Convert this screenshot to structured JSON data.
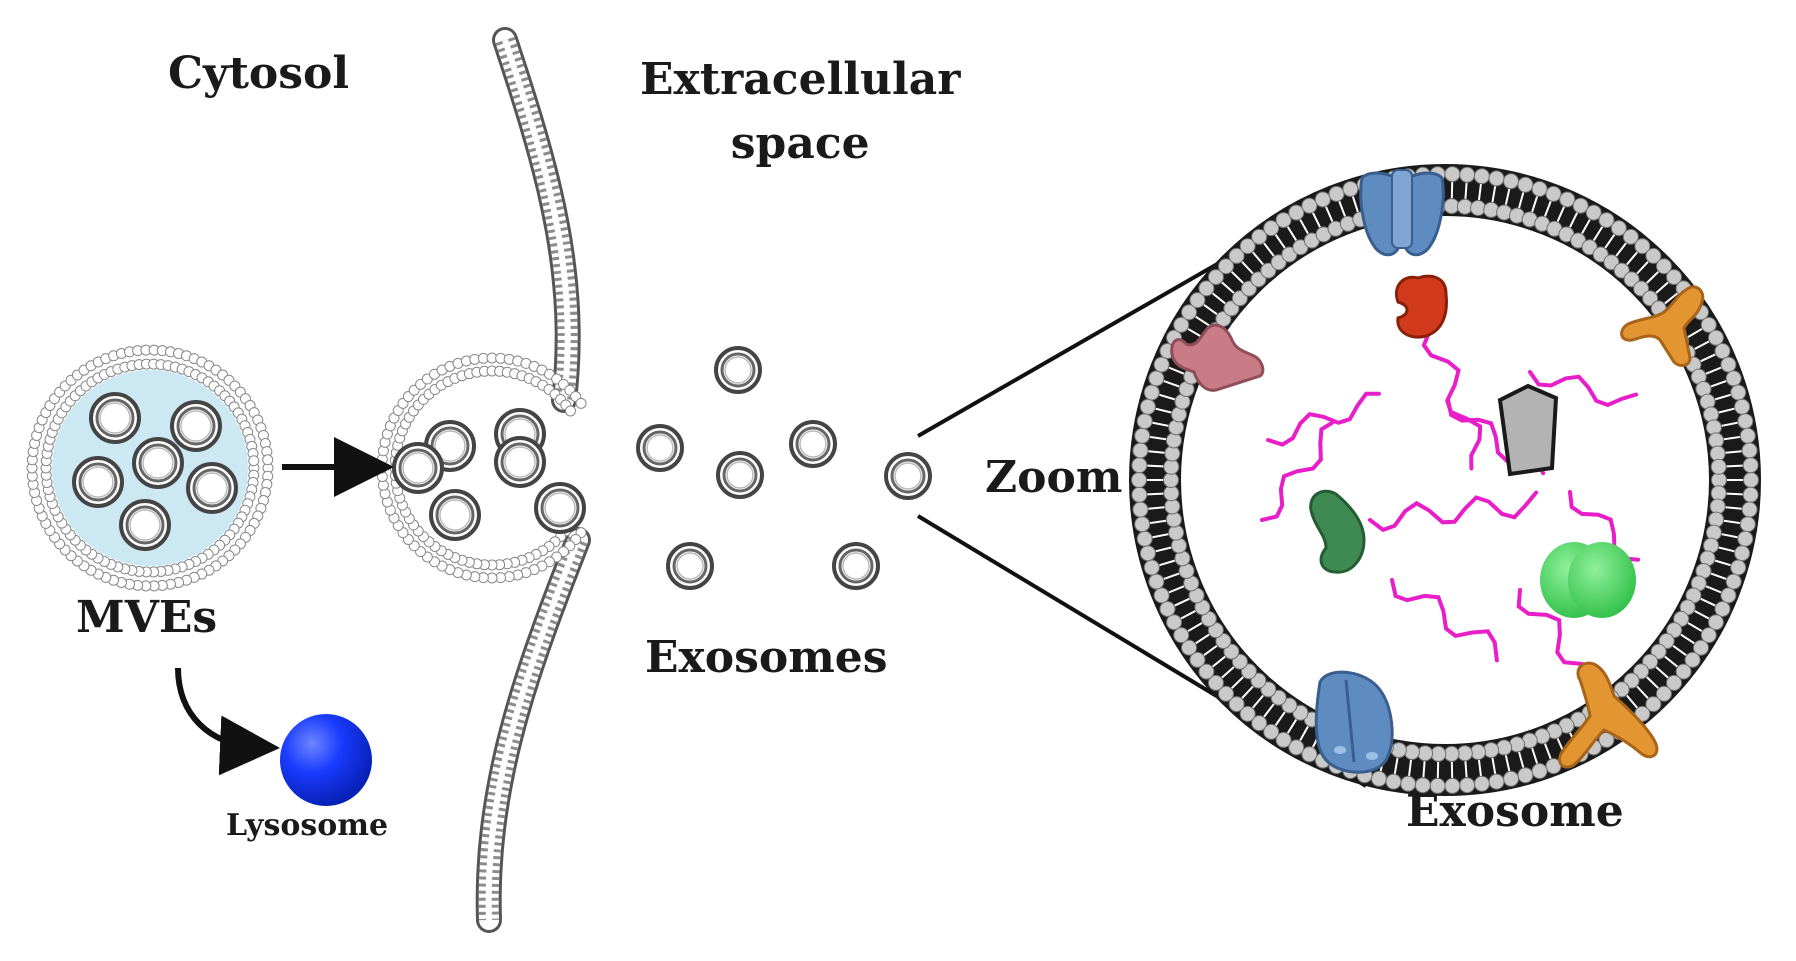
{
  "labels": {
    "cytosol": "Cytosol",
    "extracellular_line1": "Extracellular",
    "extracellular_line2": "space",
    "mves": "MVEs",
    "lysosome": "Lysosome",
    "exosomes": "Exosomes",
    "zoom": "Zoom",
    "exosome": "Exosome"
  },
  "colors": {
    "membrane_bead": "#9a9a9a",
    "mve_lumen": "#cce9f3",
    "lysosome": "#0a2cf0",
    "exosome_membrane": "#1a1a1a",
    "rna_strand": "#e81fc8",
    "protein_blue": "#5f8cc0",
    "protein_orange": "#e39532",
    "protein_pink": "#c97b86",
    "protein_red": "#d13a1a",
    "protein_darkgreen": "#3e8a52",
    "protein_lightgreen": "#3fd456",
    "protein_gray": "#a9a9a9"
  }
}
